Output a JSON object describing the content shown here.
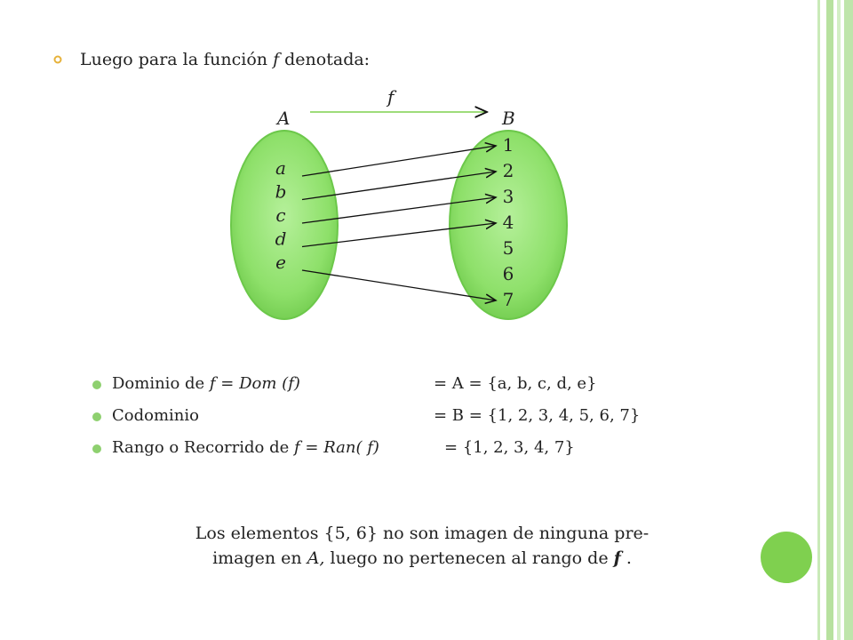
{
  "title": {
    "prefix": "Luego para la función ",
    "f": "f",
    "suffix": " denotada:"
  },
  "diagram": {
    "set_a_label": "A",
    "set_b_label": "B",
    "function_label": "f",
    "domain_elements": [
      "a",
      "b",
      "c",
      "d",
      "e"
    ],
    "codomain_elements": [
      "1",
      "2",
      "3",
      "4",
      "5",
      "6",
      "7"
    ],
    "mappings": [
      {
        "from": "a",
        "to": "1"
      },
      {
        "from": "b",
        "to": "2"
      },
      {
        "from": "c",
        "to": "3"
      },
      {
        "from": "d",
        "to": "4"
      },
      {
        "from": "e",
        "to": "7"
      }
    ]
  },
  "bullets": [
    {
      "label_parts": [
        "Dominio de ",
        "f",
        " = ",
        "Dom (f)"
      ],
      "value": "= A = {a, b, c, d, e}"
    },
    {
      "label_parts": [
        "Codominio"
      ],
      "value": "= B = {1, 2, 3, 4, 5, 6, 7}"
    },
    {
      "label_parts": [
        "Rango o Recorrido de ",
        "f",
        " = ",
        "Ran( f)"
      ],
      "value": "= {1, 2, 3, 4, 7}"
    }
  ],
  "note": {
    "line1": "Los elementos {5, 6} no son imagen de ninguna pre-",
    "line2_prefix": "imagen en ",
    "line2_A": "A,",
    "line2_mid": " luego no pertenecen al rango de ",
    "line2_f": "f",
    "line2_suffix": " ."
  },
  "colors": {
    "accent_green": "#7fd04f",
    "ellipse_fill": "#8ee06a",
    "frame_green": "#b9e3a3"
  }
}
